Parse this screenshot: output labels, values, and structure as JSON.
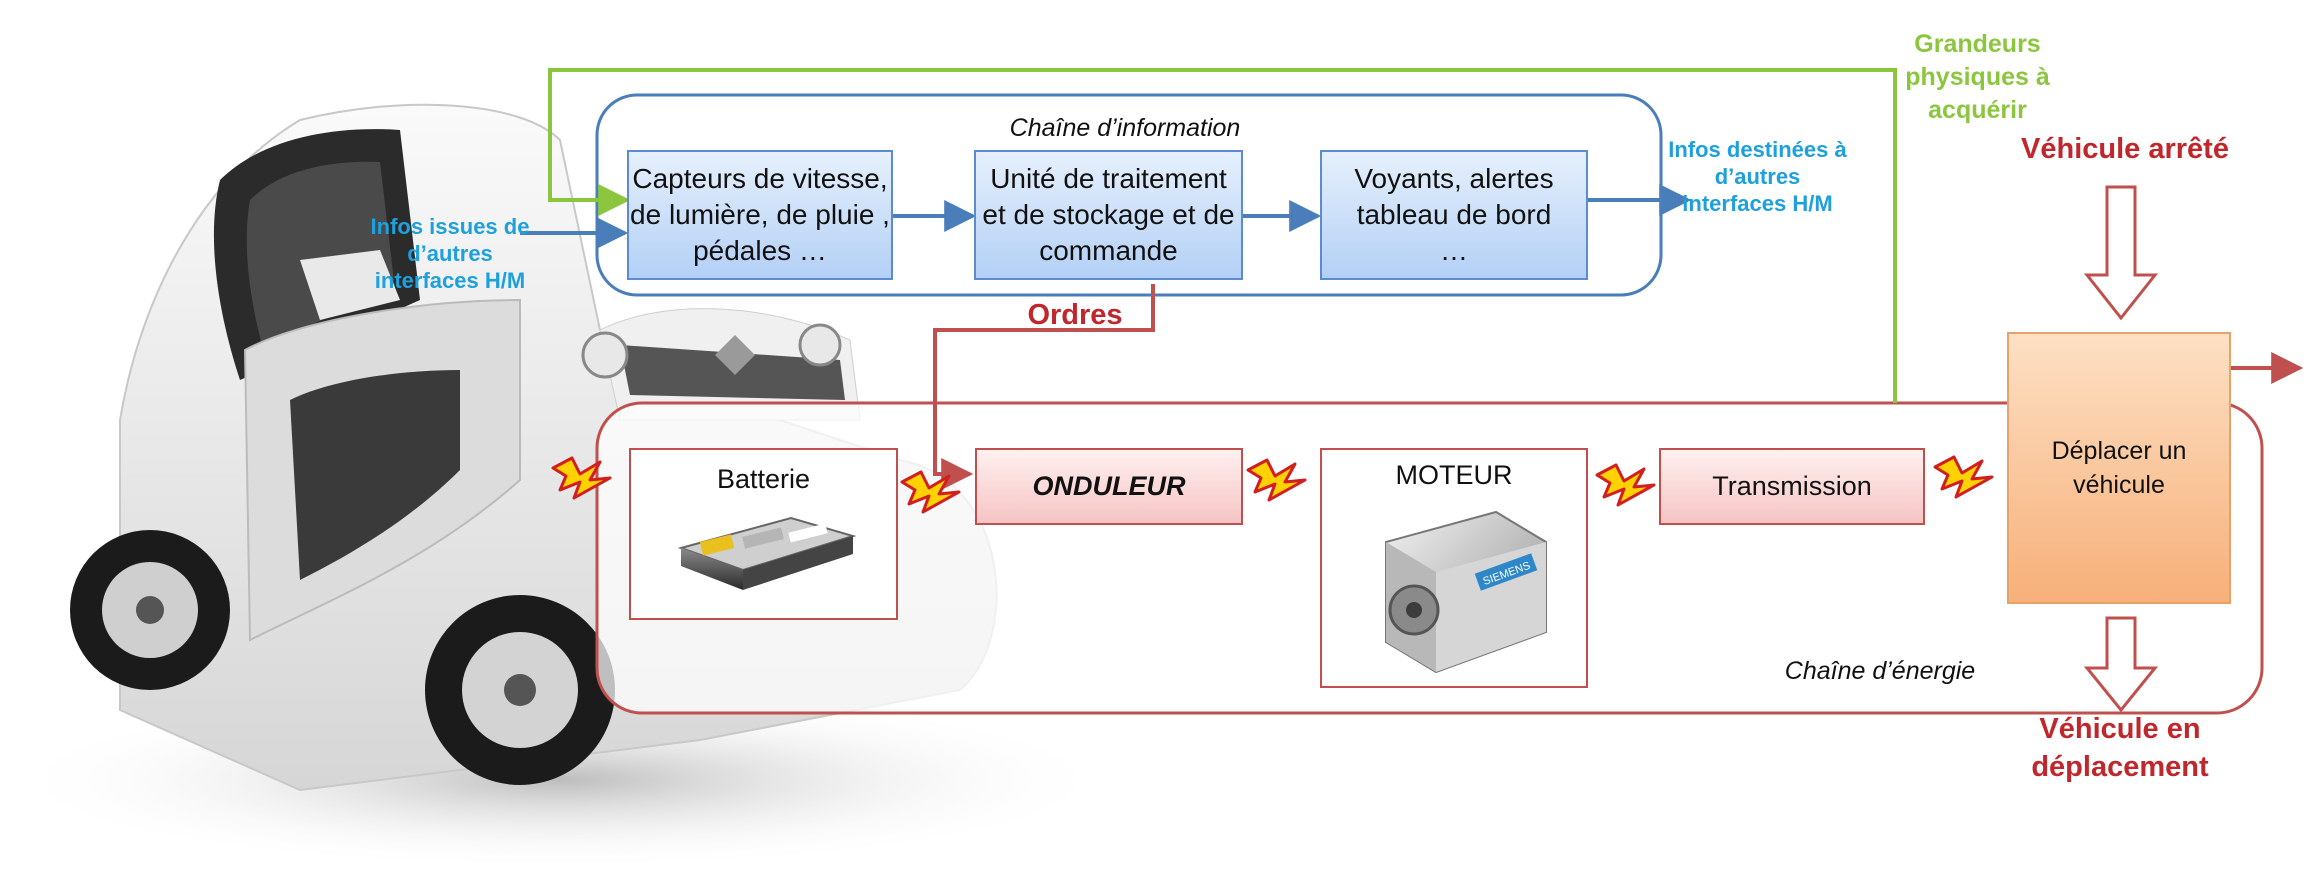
{
  "info_chain": {
    "title": "Chaîne d’information",
    "sensors": "Capteurs de vitesse, de lumière, de pluie , pédales …",
    "processing": "Unité de traitement et de stockage et de commande",
    "dashboard": "Voyants, alertes tableau de bord …"
  },
  "energy_chain": {
    "title": "Chaîne d’énergie",
    "battery": "Batterie",
    "inverter": "ONDULEUR",
    "motor": "MOTEUR",
    "motor_brand": "SIEMENS",
    "transmission": "Transmission"
  },
  "function": {
    "label": "Déplacer un véhicule",
    "input": "Véhicule arrêté",
    "output": "Véhicule en déplacement"
  },
  "labels": {
    "infos_in": "Infos issues de d’autres interfaces H/M",
    "infos_out": "Infos destinées à d’autres interfaces H/M",
    "grandeurs": "Grandeurs physiques à acquérir",
    "ordres": "Ordres"
  },
  "colors": {
    "info_flow": "#4a7ebb",
    "energy_flow": "#c0504d",
    "acquisition_flow": "#8cc63e",
    "function_box": "#f9b47a"
  }
}
